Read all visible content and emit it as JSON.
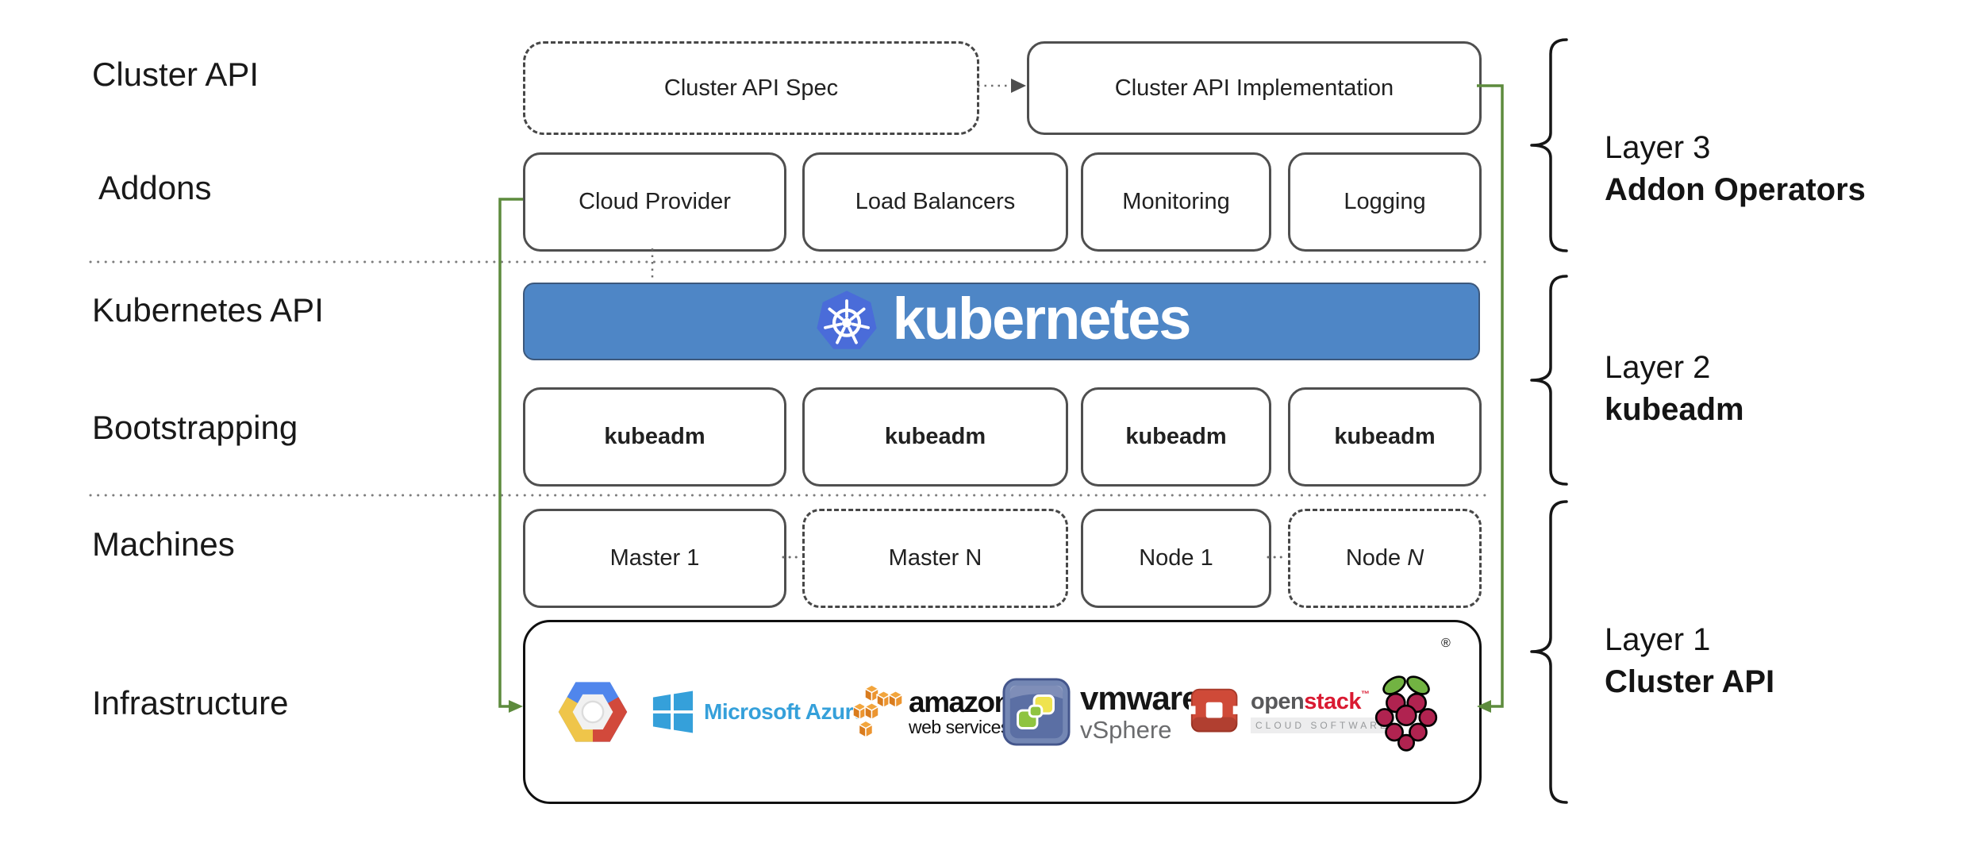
{
  "colors": {
    "banner_blue": "#4e86c6",
    "k8s_logo_blue": "#4a6cd9",
    "green": "#5d8b3d",
    "azure_blue": "#35a0da",
    "aws_orange": "#ec9530",
    "openstack_red": "#da1a32",
    "openstack_icon_red": "#cf4a38",
    "openstack_gray": "#58585a",
    "gcp_blue": "#5086ec",
    "gcp_red": "#d2493b",
    "gcp_yellow": "#efc54a",
    "rpi_red": "#b02350",
    "rpi_green": "#72b342",
    "vmware_green": "#8fc440",
    "vmware_yellow": "#efe34f"
  },
  "row_labels": {
    "cluster_api": "Cluster API",
    "addons": "Addons",
    "kubernetes_api": "Kubernetes API",
    "bootstrapping": "Bootstrapping",
    "machines": "Machines",
    "infrastructure": "Infrastructure"
  },
  "cluster_api_row": {
    "spec_label": "Cluster API Spec",
    "implementation_label": "Cluster API Implementation"
  },
  "addons_row": {
    "items": [
      "Cloud Provider",
      "Load Balancers",
      "Monitoring",
      "Logging"
    ]
  },
  "kubernetes_banner": {
    "wordmark": "kubernetes"
  },
  "bootstrapping_row": {
    "items": [
      "kubeadm",
      "kubeadm",
      "kubeadm",
      "kubeadm"
    ]
  },
  "machines_row": {
    "master_1": "Master 1",
    "master_n": "Master N",
    "node_1": "Node 1",
    "node_n_prefix": "Node ",
    "node_n_suffix": "N"
  },
  "infrastructure_row": {
    "azure_label": "Microsoft Azure",
    "aws_word": "amazon",
    "aws_sub": "web services",
    "vmware_word": "vmware",
    "vmware_reg": "®",
    "vmware_sub": "vSphere",
    "openstack_open": "open",
    "openstack_stack": "stack",
    "openstack_tm": "™",
    "openstack_sub": "CLOUD SOFTWARE",
    "rpi_reg": "®"
  },
  "layers": [
    {
      "line1": "Layer 3",
      "line2": "Addon Operators"
    },
    {
      "line1": "Layer 2",
      "line2": "kubeadm"
    },
    {
      "line1": "Layer 1",
      "line2": "Cluster API"
    }
  ]
}
